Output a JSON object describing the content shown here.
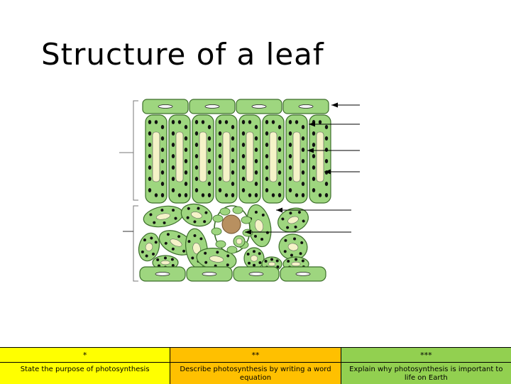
{
  "slide": {
    "title": "Structure of a leaf"
  },
  "colors": {
    "cell_fill": "#9ed67f",
    "cell_stroke": "#3c6e2a",
    "chloroplast": "#111111",
    "vacuole": "#f5f3c8",
    "vessel": "#b89060",
    "tier1": "#ffff00",
    "tier2": "#ffc000",
    "tier3": "#92d050"
  },
  "tasks": [
    {
      "level": "*",
      "text": "State the purpose of photosynthesis"
    },
    {
      "level": "**",
      "text": "Describe photosynthesis by writing a word equation"
    },
    {
      "level": "***",
      "text": "Explain why photosynthesis is important to life on Earth"
    }
  ]
}
